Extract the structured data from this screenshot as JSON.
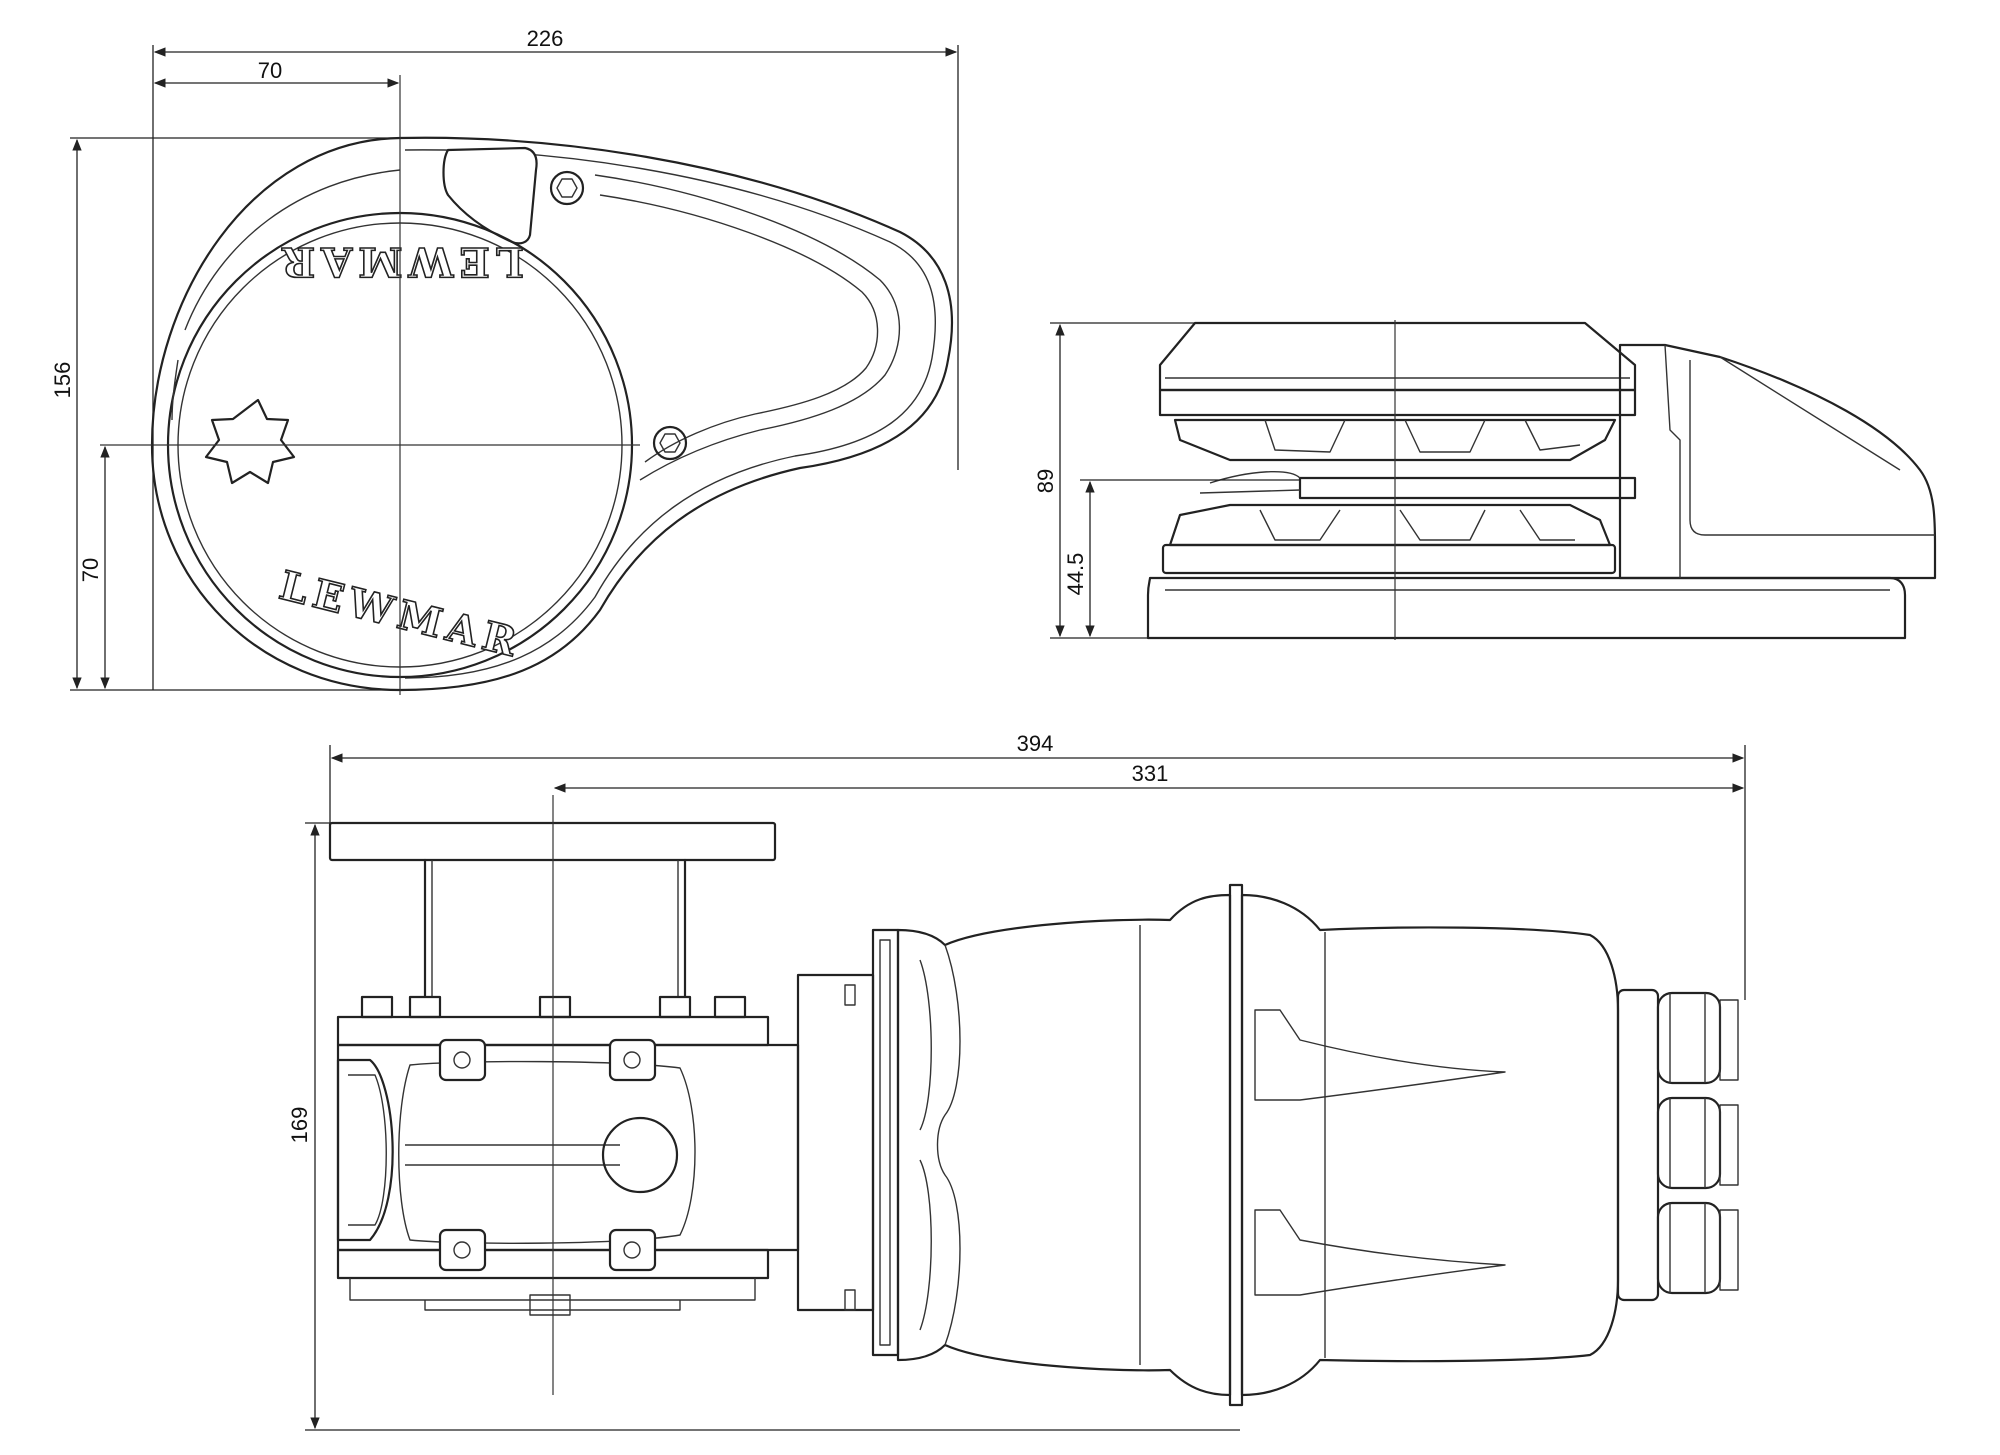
{
  "brand": {
    "logo_text": "LEWMAR"
  },
  "dimensions": {
    "top_view": {
      "overall_width": "226",
      "drum_center_x": "70",
      "overall_depth": "156",
      "drum_center_y": "70"
    },
    "side_view": {
      "overall_height": "89",
      "deck_to_gypsy": "44.5"
    },
    "front_view": {
      "overall_length": "394",
      "below_deck_length": "331",
      "overall_height": "169"
    }
  },
  "colors": {
    "line": "#222222",
    "background": "#ffffff"
  }
}
